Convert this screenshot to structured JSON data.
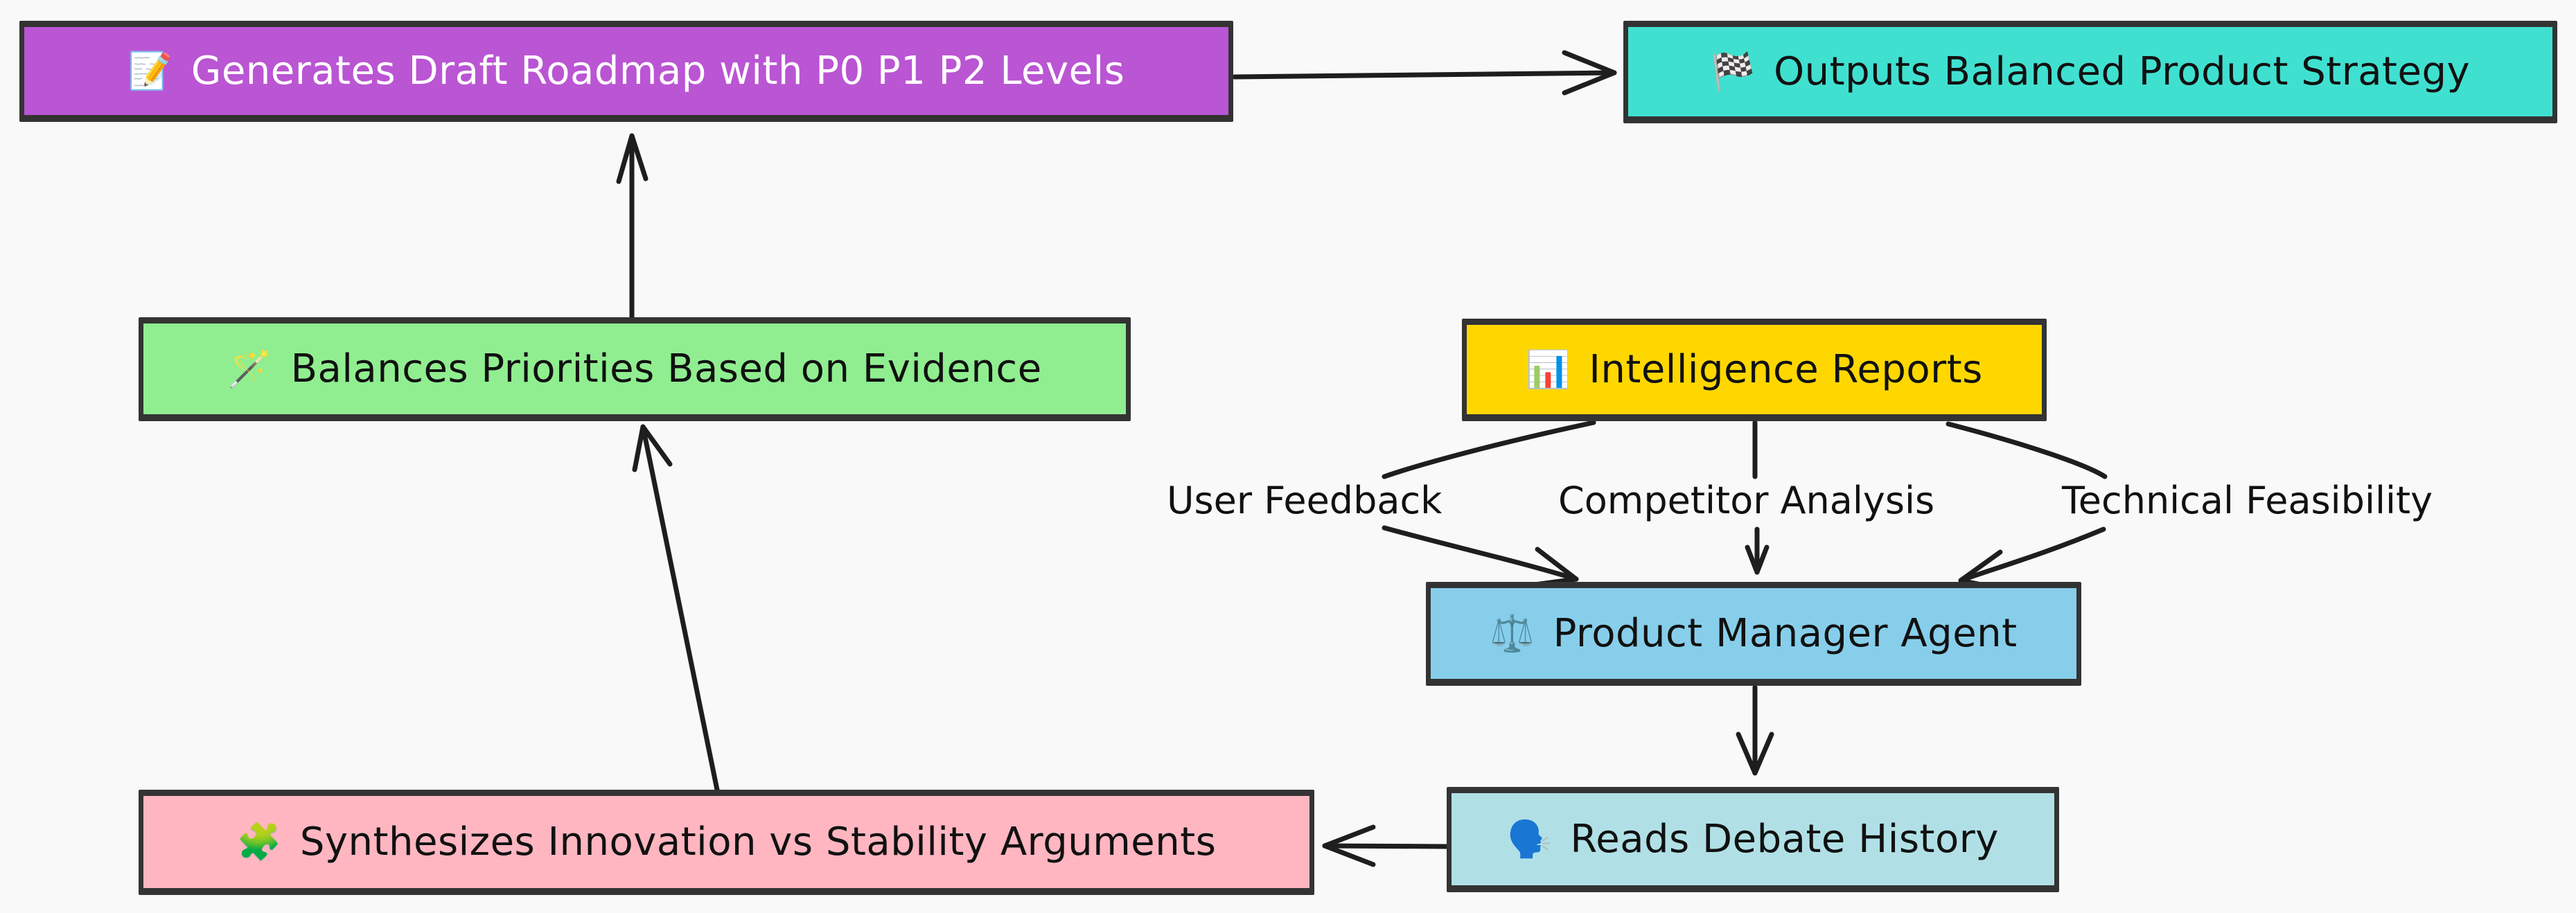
{
  "diagram": {
    "type": "flowchart",
    "nodes": [
      {
        "id": "roadmap",
        "label": "Generates Draft Roadmap with P0 P1 P2 Levels",
        "icon": "memo-icon",
        "icon_glyph": "📝",
        "fill": "#ba55d3",
        "text_color": "#ffffff"
      },
      {
        "id": "strategy",
        "label": "Outputs Balanced Product Strategy",
        "icon": "checkered-flag-icon",
        "icon_glyph": "🏁",
        "fill": "#40e0d0",
        "text_color": "#111111"
      },
      {
        "id": "balances",
        "label": "Balances Priorities Based on Evidence",
        "icon": "magic-wand-icon",
        "icon_glyph": "🪄",
        "fill": "#90ee90",
        "text_color": "#111111"
      },
      {
        "id": "intel",
        "label": "Intelligence Reports",
        "icon": "bar-chart-icon",
        "icon_glyph": "📊",
        "fill": "#ffd700",
        "text_color": "#111111"
      },
      {
        "id": "pm",
        "label": "Product Manager Agent",
        "icon": "balance-scale-icon",
        "icon_glyph": "⚖️",
        "fill": "#87ceeb",
        "text_color": "#111111"
      },
      {
        "id": "debate",
        "label": "Reads Debate History",
        "icon": "speaking-head-icon",
        "icon_glyph": "🗣️",
        "fill": "#b0e0e6",
        "text_color": "#111111"
      },
      {
        "id": "synth",
        "label": "Synthesizes Innovation vs Stability Arguments",
        "icon": "puzzle-piece-icon",
        "icon_glyph": "🧩",
        "fill": "#ffb6c1",
        "text_color": "#111111"
      }
    ],
    "edges": [
      {
        "from": "intel",
        "to": "pm",
        "label": "User Feedback"
      },
      {
        "from": "intel",
        "to": "pm",
        "label": "Competitor Analysis"
      },
      {
        "from": "intel",
        "to": "pm",
        "label": "Technical Feasibility"
      },
      {
        "from": "pm",
        "to": "debate",
        "label": ""
      },
      {
        "from": "debate",
        "to": "synth",
        "label": ""
      },
      {
        "from": "synth",
        "to": "balances",
        "label": ""
      },
      {
        "from": "balances",
        "to": "roadmap",
        "label": ""
      },
      {
        "from": "roadmap",
        "to": "strategy",
        "label": ""
      }
    ],
    "stroke_color": "#1e1e1e",
    "border_color": "#333333",
    "background": "#f9f9f9"
  },
  "nodes": {
    "roadmap": {
      "label": "Generates Draft Roadmap with P0 P1 P2 Levels",
      "icon": "📝"
    },
    "strategy": {
      "label": "Outputs Balanced Product Strategy",
      "icon": "🏁"
    },
    "balances": {
      "label": "Balances Priorities Based on Evidence",
      "icon": "🪄"
    },
    "intel": {
      "label": "Intelligence Reports",
      "icon": "📊"
    },
    "pm": {
      "label": "Product Manager Agent",
      "icon": "⚖️"
    },
    "debate": {
      "label": "Reads Debate History",
      "icon": "🗣️"
    },
    "synth": {
      "label": "Synthesizes Innovation vs Stability Arguments",
      "icon": "🧩"
    }
  },
  "edge_labels": {
    "user": "User Feedback",
    "competitor": "Competitor Analysis",
    "technical": "Technical Feasibility"
  },
  "colors": {
    "roadmap": "#ba55d3",
    "strategy": "#40e0d0",
    "balances": "#90ee90",
    "intel": "#ffd700",
    "pm": "#87ceeb",
    "debate": "#b0e0e6",
    "synth": "#ffb6c1",
    "stroke": "#1e1e1e"
  }
}
